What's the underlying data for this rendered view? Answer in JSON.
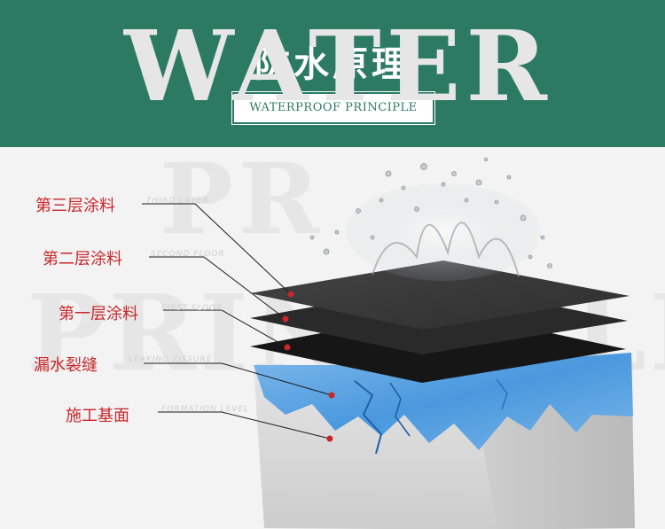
{
  "header": {
    "title": "防水原理",
    "subtitle": "WATERPROOF PRINCIPLE"
  },
  "watermark": {
    "line1": "WATER",
    "line2": "PR",
    "line3": "PRINCIPLE"
  },
  "layers": [
    {
      "label": "第三层涂料",
      "ghost": "THIRD LAYER"
    },
    {
      "label": "第二层涂料",
      "ghost": "SECOND FLOOR"
    },
    {
      "label": "第一层涂料",
      "ghost": "FIRST FLOOR"
    },
    {
      "label": "漏水裂缝",
      "ghost": "LEAKING FISSURE"
    },
    {
      "label": "施工基面",
      "ghost": "FORMATION LEVEL"
    }
  ],
  "colors": {
    "header": "#2c7a62",
    "label": "#c7262a",
    "coating_top": "#3a3a3a",
    "coating_bottom": "#161616",
    "water_blue": "#4d9de0",
    "concrete": "#dcdcdc"
  }
}
